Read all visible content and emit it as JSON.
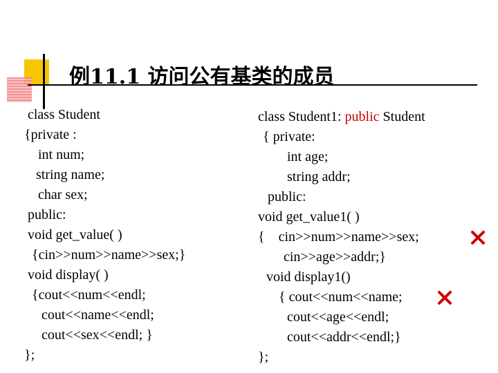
{
  "title": "例11.1 访问公有基类的成员",
  "left_code": [
    "class Student",
    "{private :",
    "int num;",
    "string name;",
    "char sex;",
    "public:",
    "void get_value( )",
    "{cin>>num>>name>>sex;}",
    "void display( )",
    "{cout<<num<<endl;",
    "cout<<name<<endl;",
    "cout<<sex<<endl; }",
    "};"
  ],
  "right_code": {
    "line0_a": "class Student1: ",
    "line0_kw": "public",
    "line0_b": " Student",
    "lines": [
      "{ private:",
      "int age;",
      "string addr;",
      "public:",
      "void get_value1( )",
      "{    cin>>num>>name>>sex;",
      "cin>>age>>addr;}",
      "void display1()",
      "{ cout<<num<<name;",
      "cout<<age<<endl;",
      "cout<<addr<<endl;}",
      "};"
    ]
  },
  "colors": {
    "keyword": "#cc0000",
    "x_mark": "#cc0000"
  },
  "icons": [
    "x-mark-icon",
    "x-mark-icon"
  ]
}
